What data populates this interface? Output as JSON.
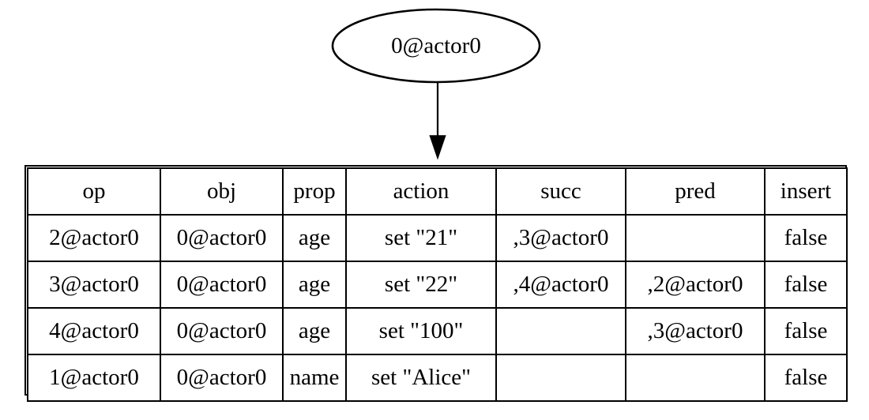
{
  "diagram": {
    "type": "graphviz-record-digraph",
    "node": {
      "id": "root-object-node",
      "label": "0@actor0",
      "shape": "ellipse"
    },
    "edge": {
      "from": "0@actor0",
      "to": "operations-table",
      "arrowhead": "normal",
      "direction": "down"
    },
    "table": {
      "columns": [
        "op",
        "obj",
        "prop",
        "action",
        "succ",
        "pred",
        "insert"
      ],
      "rows": [
        {
          "op": "2@actor0",
          "obj": "0@actor0",
          "prop": "age",
          "action": "set \"21\"",
          "succ": ",3@actor0",
          "pred": "",
          "insert": "false"
        },
        {
          "op": "3@actor0",
          "obj": "0@actor0",
          "prop": "age",
          "action": "set \"22\"",
          "succ": ",4@actor0",
          "pred": ",2@actor0",
          "insert": "false"
        },
        {
          "op": "4@actor0",
          "obj": "0@actor0",
          "prop": "age",
          "action": "set \"100\"",
          "succ": "",
          "pred": ",3@actor0",
          "insert": "false"
        },
        {
          "op": "1@actor0",
          "obj": "0@actor0",
          "prop": "name",
          "action": "set \"Alice\"",
          "succ": "",
          "pred": "",
          "insert": "false"
        }
      ]
    },
    "colors": {
      "stroke": "#000000",
      "background": "#ffffff",
      "text": "#000000"
    }
  }
}
